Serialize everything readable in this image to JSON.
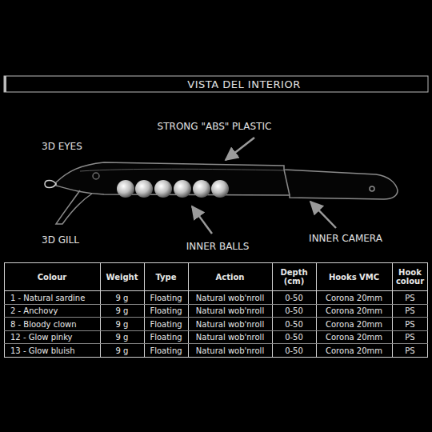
{
  "diagram": {
    "title": "VISTA DEL INTERIOR",
    "labels": [
      "STRONG \"ABS\" PLASTIC",
      "3D EYES",
      "3D GILL",
      "INNER BALLS",
      "INNER CAMERA",
      "Colour",
      "Weight",
      "Type",
      "Action",
      "Depth (cm)",
      "Hooks VMC",
      "Hook colour",
      "1 - Natural sardine",
      "9 g",
      "Floating",
      "Natural wob'nroll",
      "0-50",
      "Corona 20mm",
      "PS",
      "2 - Anchovy",
      "9 g",
      "Floating",
      "Natural wob'nroll",
      "0-50",
      "Corona 20mm",
      "PS",
      "8 - Bloody clown",
      "9 g",
      "Floating",
      "Natural wob'nroll",
      "0-50",
      "Corona 20mm",
      "PS",
      "12 - Glow pinky",
      "9 g",
      "Floating",
      "Natural wob'nroll",
      "0-50",
      "Corona 20mm",
      "PS",
      "13 - Glow bluish",
      "9 g",
      "Floating",
      "Natural wob'nroll",
      "0-50",
      "Corona 20mm",
      "PS"
    ]
  }
}
